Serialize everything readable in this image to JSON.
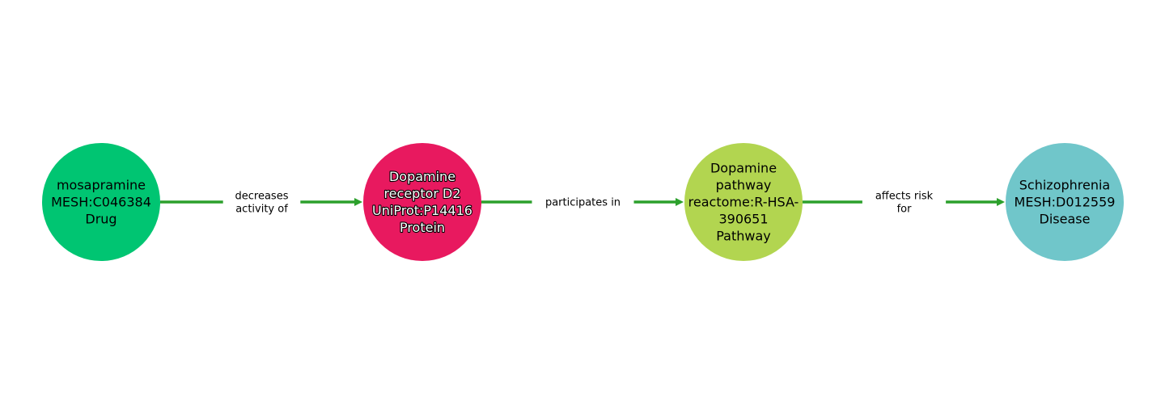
{
  "graph": {
    "edge_color": "#2ca02c",
    "nodes": [
      {
        "id": "mosapramine",
        "lines": [
          "mosapramine",
          "MESH:C046384",
          "Drug"
        ],
        "type": "Drug",
        "color": "#00c572",
        "text_style": "dark"
      },
      {
        "id": "drd2",
        "lines": [
          "Dopamine",
          "receptor D2",
          "UniProt:P14416",
          "Protein"
        ],
        "type": "Protein",
        "color": "#e8195f",
        "text_style": "light"
      },
      {
        "id": "dopamine-pathway",
        "lines": [
          "Dopamine",
          "pathway",
          "reactome:R-HSA-",
          "390651",
          "Pathway"
        ],
        "type": "Pathway",
        "color": "#b2d550",
        "text_style": "dark"
      },
      {
        "id": "schizophrenia",
        "lines": [
          "Schizophrenia",
          "MESH:D012559",
          "Disease"
        ],
        "type": "Disease",
        "color": "#70c6ca",
        "text_style": "dark"
      }
    ],
    "edges": [
      {
        "source": "mosapramine",
        "target": "drd2",
        "label_lines": [
          "decreases",
          "activity of"
        ]
      },
      {
        "source": "drd2",
        "target": "dopamine-pathway",
        "label_lines": [
          "participates in"
        ]
      },
      {
        "source": "dopamine-pathway",
        "target": "schizophrenia",
        "label_lines": [
          "affects risk",
          "for"
        ]
      }
    ]
  }
}
